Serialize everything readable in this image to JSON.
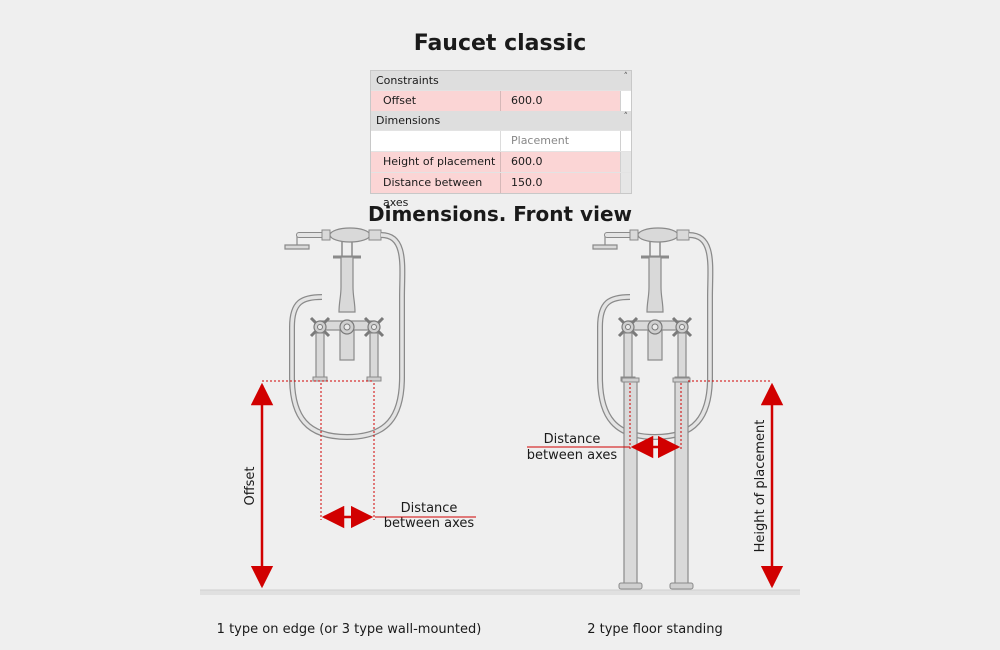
{
  "title": "Faucet classic",
  "properties": {
    "sections": [
      {
        "name": "Constraints",
        "rows": [
          {
            "label": "Offset",
            "value": "600.0",
            "highlight": true
          }
        ]
      },
      {
        "name": "Dimensions",
        "rows": [
          {
            "label": "",
            "value": "Placement",
            "highlight": false
          },
          {
            "label": "Height of placement",
            "value": "600.0",
            "highlight": true
          },
          {
            "label": "Distance between axes",
            "value": "150.0",
            "highlight": true
          }
        ]
      }
    ]
  },
  "subtitle": "Dimensions. Front view",
  "left_view": {
    "offset_label": "Offset",
    "distance_line1": "Distance",
    "distance_line2": "between axes",
    "caption": "1 type on edge (or 3 type wall-mounted)"
  },
  "right_view": {
    "height_label": "Height of placement",
    "distance_line1": "Distance",
    "distance_line2": "between axes",
    "caption": "2 type floor standing"
  },
  "colors": {
    "dimension": "#d10000",
    "faucet_fill": "#d9d9d9",
    "faucet_stroke": "#8a8a8a",
    "highlight_row": "#fbd5d5"
  }
}
